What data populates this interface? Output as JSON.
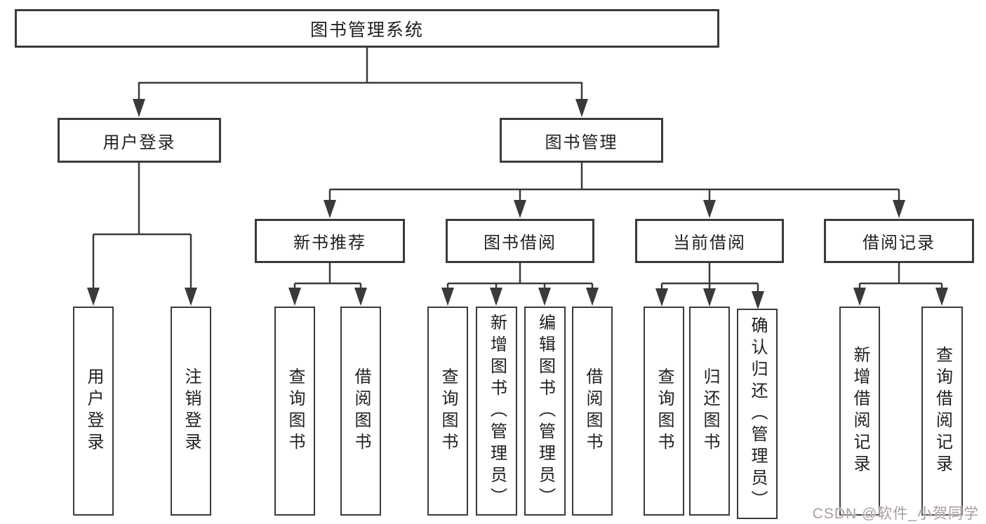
{
  "title": {
    "label": "图书管理系统"
  },
  "level2": [
    {
      "label": "用户登录"
    },
    {
      "label": "图书管理"
    }
  ],
  "level3": [
    {
      "label": "新书推荐"
    },
    {
      "label": "图书借阅"
    },
    {
      "label": "当前借阅"
    },
    {
      "label": "借阅记录"
    }
  ],
  "leaves": {
    "login": [
      {
        "label": "用户登录"
      },
      {
        "label": "注销登录"
      }
    ],
    "recommend": [
      {
        "label": "查询图书"
      },
      {
        "label": "借阅图书"
      }
    ],
    "borrow": [
      {
        "label": "查询图书"
      },
      {
        "label": "新增图书（管理员）"
      },
      {
        "label": "编辑图书（管理员）"
      },
      {
        "label": "借阅图书"
      }
    ],
    "current": [
      {
        "label": "查询图书"
      },
      {
        "label": "归还图书"
      },
      {
        "label": "确认归还（管理员）"
      }
    ],
    "records": [
      {
        "label": "新增借阅记录"
      },
      {
        "label": "查询借阅记录"
      }
    ]
  },
  "watermark": {
    "label": "CSDN @软件_小贺同学"
  },
  "colors": {
    "line": "#3a3a3a",
    "text": "#1f1f1f",
    "bg": "#ffffff",
    "watermark": "#a89c9c"
  }
}
